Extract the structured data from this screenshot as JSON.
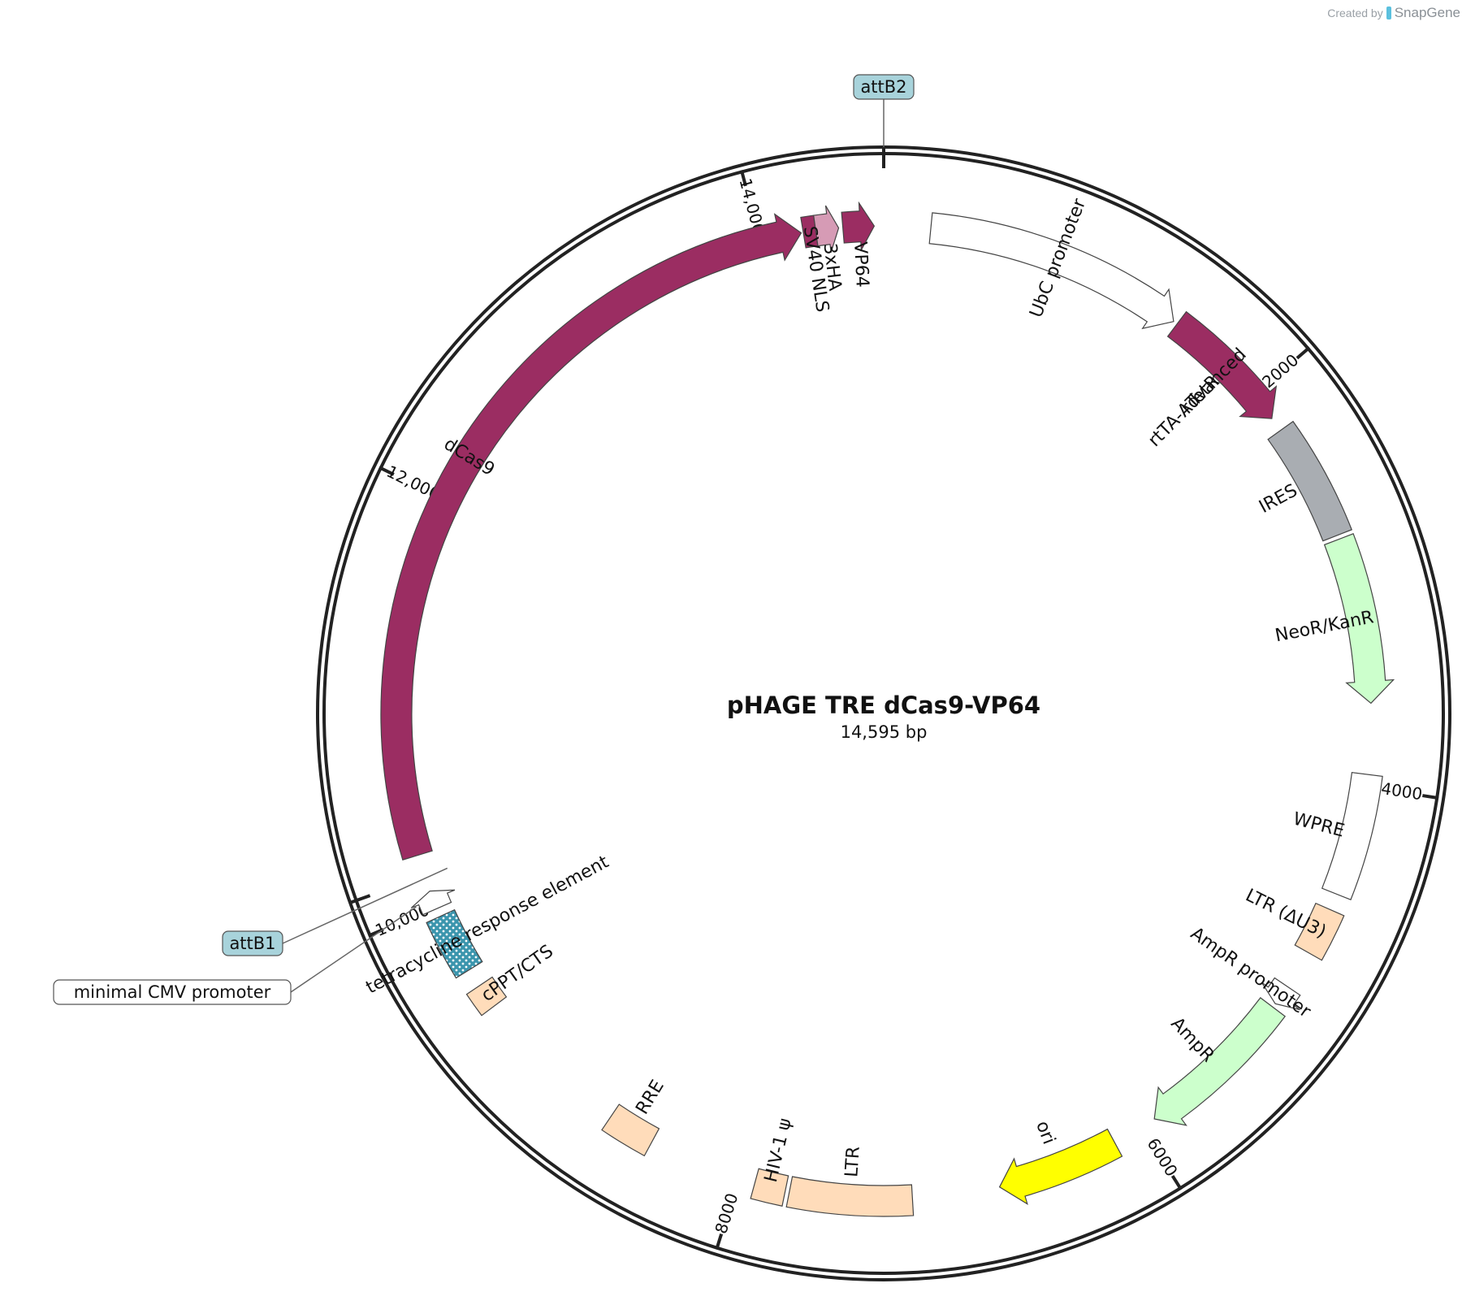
{
  "credit": {
    "prefix": "Created by",
    "brand": "SnapGene"
  },
  "plasmid": {
    "name": "pHAGE TRE dCas9-VP64",
    "length_label": "14,595 bp",
    "total_bp": 14595
  },
  "ticks": [
    {
      "bp": 2000,
      "label": "2000"
    },
    {
      "bp": 4000,
      "label": "4000"
    },
    {
      "bp": 6000,
      "label": "6000"
    },
    {
      "bp": 8000,
      "label": "8000"
    },
    {
      "bp": 10000,
      "label": "10,000"
    },
    {
      "bp": 12000,
      "label": "12,000"
    },
    {
      "bp": 14000,
      "label": "14,000"
    }
  ],
  "features": [
    {
      "name": "UbC promoter",
      "start": 225,
      "end": 1480,
      "dir": 1,
      "color": "#ffffff",
      "label_color": "#111111"
    },
    {
      "name": "rTetR",
      "start": 1500,
      "end": 2140,
      "dir": 1,
      "color": "#9b2d62",
      "label_color": "#ffffff"
    },
    {
      "name": "IRES",
      "start": 2210,
      "end": 2780,
      "dir": 0,
      "color": "#a9adb2",
      "label_color": "#111111"
    },
    {
      "name": "NeoR/KanR",
      "start": 2800,
      "end": 3600,
      "dir": 1,
      "color": "#ccffcc",
      "label_color": "#111111"
    },
    {
      "name": "WPRE",
      "start": 3940,
      "end": 4530,
      "dir": 0,
      "color": "#ffffff",
      "label_color": "#111111"
    },
    {
      "name": "LTR (ΔU3)",
      "start": 4610,
      "end": 4840,
      "dir": 0,
      "color": "#ffdcba",
      "label_color": "#111111"
    },
    {
      "name": "AmpR promoter",
      "start": 5030,
      "end": 5130,
      "dir": 1,
      "color": "#ffffff",
      "label_color": "#111111"
    },
    {
      "name": "AmpR",
      "start": 5150,
      "end": 5930,
      "dir": 1,
      "color": "#ccffcc",
      "label_color": "#111111"
    },
    {
      "name": "ori",
      "start": 6150,
      "end": 6740,
      "dir": 1,
      "color": "#ffff00",
      "label_color": "#111111"
    },
    {
      "name": "LTR",
      "start": 7160,
      "end": 7750,
      "dir": 0,
      "color": "#ffdcba",
      "label_color": "#111111"
    },
    {
      "name": "HIV-1 ψ",
      "start": 7770,
      "end": 7920,
      "dir": 0,
      "color": "#ffdcba",
      "label_color": "#111111"
    },
    {
      "name": "RRE",
      "start": 8450,
      "end": 8680,
      "dir": 0,
      "color": "#ffdcba",
      "label_color": "#111111"
    },
    {
      "name": "cPPT/CTS",
      "start": 9450,
      "end": 9570,
      "dir": 0,
      "color": "#ffdcba",
      "label_color": "#111111"
    },
    {
      "name": "tetracycline response element",
      "start": 9660,
      "end": 9950,
      "dir": 0,
      "color": "#3b95ad",
      "label_color": "#111111",
      "pattern": true
    },
    {
      "name": "minimal CMV promoter",
      "start": 9990,
      "end": 10080,
      "dir": 1,
      "color": "#ffffff",
      "label_color": "#111111"
    },
    {
      "name": "dCas9",
      "start": 10260,
      "end": 14200,
      "dir": 1,
      "color": "#9b2d62",
      "label_color": "#111111"
    },
    {
      "name": "SV40 NLS",
      "start": 14210,
      "end": 14270,
      "dir": 0,
      "color": "#9b2d62",
      "label_color": "#111111"
    },
    {
      "name": "3xHA",
      "start": 14270,
      "end": 14380,
      "dir": 1,
      "color": "#d69bb5",
      "label_color": "#111111"
    },
    {
      "name": "VP64",
      "start": 14400,
      "end": 14550,
      "dir": 1,
      "color": "#9b2d62",
      "label_color": "#111111"
    }
  ],
  "extra_labels": [
    {
      "text": "rtTA-Advanced"
    }
  ],
  "sites": [
    {
      "name": "attB2",
      "bp": 0
    },
    {
      "name": "attB1",
      "bp": 10155
    }
  ]
}
